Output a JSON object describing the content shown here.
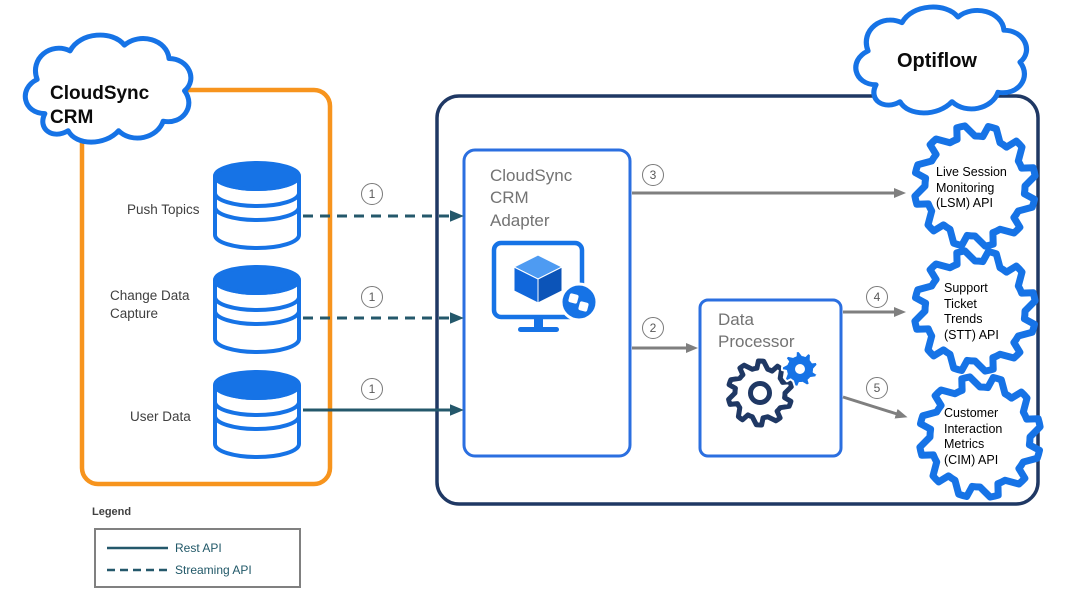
{
  "diagram": {
    "clouds": {
      "source": "CloudSync\nCRM",
      "target": "Optiflow"
    },
    "datasources": [
      "Push Topics",
      "Change Data\nCapture",
      "User Data"
    ],
    "adapter_label": "CloudSync\nCRM\nAdapter",
    "processor_label": "Data\nProcessor",
    "apis": [
      "Live Session\nMonitoring\n(LSM) API",
      "Support\nTicket\nTrends\n(STT) API",
      "Customer\nInteraction\nMetrics\n(CIM) API"
    ],
    "steps": {
      "s1": "1",
      "s2": "2",
      "s3": "3",
      "s4": "4",
      "s5": "5"
    },
    "legend": {
      "title": "Legend",
      "items": [
        {
          "label": "Rest API",
          "style": "solid"
        },
        {
          "label": "Streaming API",
          "style": "dashed"
        }
      ]
    },
    "colors": {
      "blue": "#1673e6",
      "orange": "#F7941D",
      "navy": "#1F3864",
      "teal": "#24586B",
      "gray": "#7f7f7f"
    }
  }
}
